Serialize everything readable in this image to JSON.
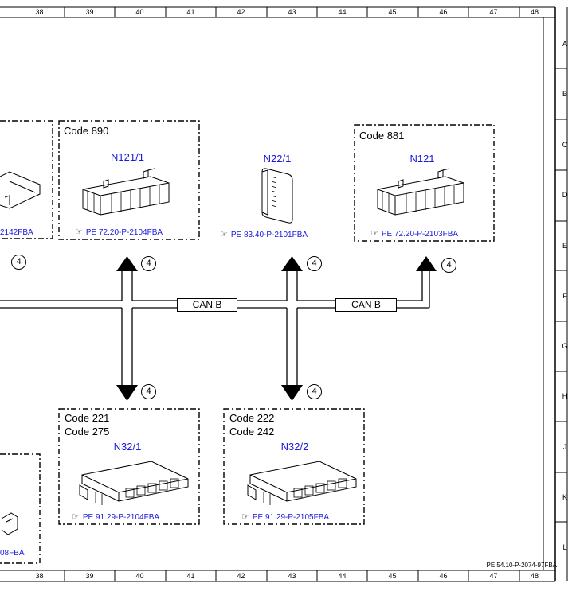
{
  "grid": {
    "columns": [
      "38",
      "39",
      "40",
      "41",
      "42",
      "43",
      "44",
      "45",
      "46",
      "47",
      "48"
    ],
    "rows": [
      "A",
      "B",
      "C",
      "D",
      "E",
      "F",
      "G",
      "H",
      "J",
      "K",
      "L"
    ]
  },
  "modules": {
    "m890": {
      "codes": [
        "Code 890"
      ],
      "name": "N121/1",
      "ref": "PE 72.20-P-2104FBA"
    },
    "mn22": {
      "name": "N22/1",
      "ref": "PE 83.40-P-2101FBA"
    },
    "m881": {
      "codes": [
        "Code 881"
      ],
      "name": "N121",
      "ref": "PE 72.20-P-2103FBA"
    },
    "m221": {
      "codes": [
        "Code 221",
        "Code 275"
      ],
      "name": "N32/1",
      "ref": "PE 91.29-P-2104FBA"
    },
    "m222": {
      "codes": [
        "Code 222",
        "Code 242"
      ],
      "name": "N32/2",
      "ref": "PE 91.29-P-2105FBA"
    },
    "leftTop": {
      "ref": "2142FBA"
    },
    "leftBottom": {
      "ref": "08FBA"
    }
  },
  "bus": {
    "label1": "CAN B",
    "label2": "CAN B"
  },
  "marker": "4",
  "footer": "PE 54.10-P-2074-97FBA"
}
